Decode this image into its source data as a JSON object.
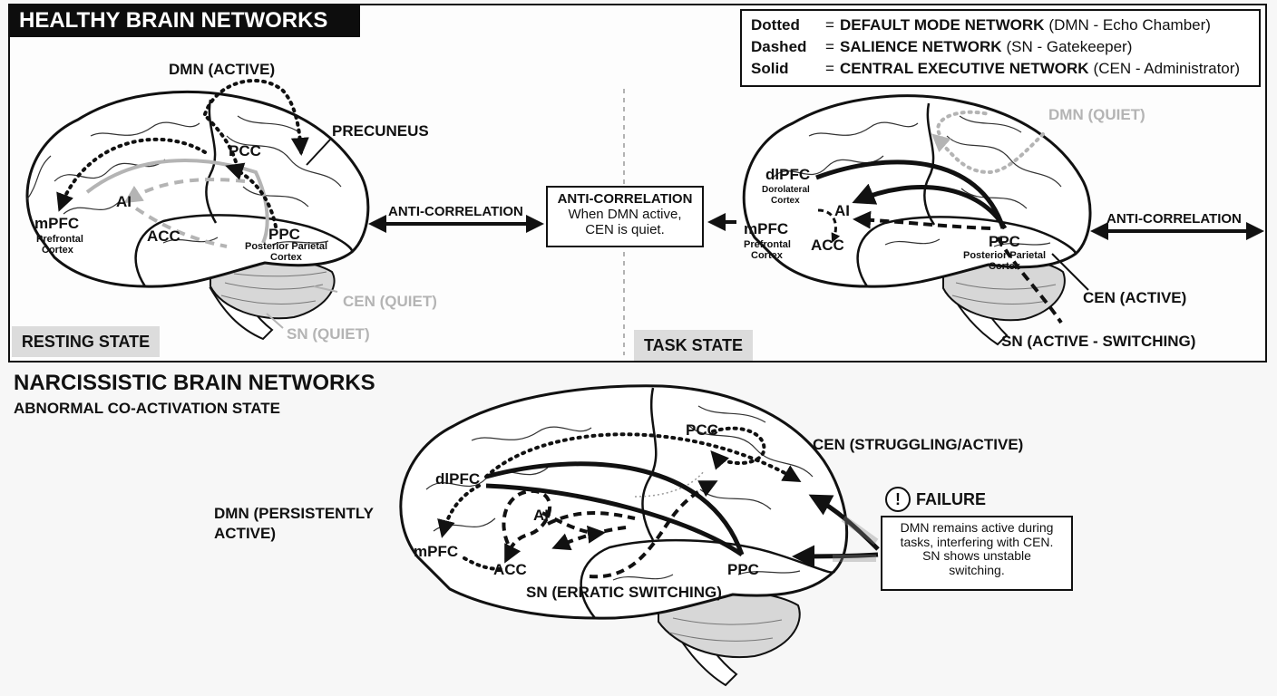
{
  "healthy": {
    "title": "HEALTHY BRAIN NETWORKS",
    "legend": [
      {
        "key": "Dotted",
        "name": "DEFAULT MODE NETWORK",
        "desc": "(DMN - Echo Chamber)"
      },
      {
        "key": "Dashed",
        "name": "SALIENCE NETWORK",
        "desc": "(SN - Gatekeeper)"
      },
      {
        "key": "Solid",
        "name": "CENTRAL EXECUTIVE NETWORK",
        "desc": "(CEN - Administrator)"
      }
    ],
    "legend_eq": "=",
    "resting": {
      "state": "RESTING STATE",
      "dmn": "DMN (ACTIVE)",
      "precuneus": "PRECUNEUS",
      "pcc": "PCC",
      "ai": "AI",
      "mpfc": "mPFC",
      "mpfc_sub1": "Prefrontal",
      "mpfc_sub2": "Cortex",
      "acc": "ACC",
      "ppc": "PPC",
      "ppc_sub1": "Posterior Parietal",
      "ppc_sub2": "Cortex",
      "cen": "CEN (QUIET)",
      "sn": "SN (QUIET)",
      "anticorr": "ANTI-CORRELATION"
    },
    "center_note": {
      "title": "ANTI-CORRELATION",
      "line1": "When DMN active,",
      "line2": "CEN is quiet."
    },
    "task": {
      "state": "TASK STATE",
      "dmn": "DMN (QUIET)",
      "dlpfc": "dlPFC",
      "dlpfc_sub1": "Dorolateral",
      "dlpfc_sub2": "Cortex",
      "ai": "AI",
      "mpfc": "mPFC",
      "mpfc_sub1": "Prefrontal",
      "mpfc_sub2": "Cortex",
      "acc": "ACC",
      "ppc": "PPC",
      "ppc_sub1": "Posterior Parietal",
      "ppc_sub2": "Cortex",
      "cen": "CEN (ACTIVE)",
      "sn": "SN (ACTIVE - SWITCHING)",
      "anticorr": "ANTI-CORRELATION"
    }
  },
  "narcissistic": {
    "title": "NARCISSISTIC BRAIN NETWORKS",
    "subtitle": "ABNORMAL CO-ACTIVATION STATE",
    "dmn_line1": "DMN (PERSISTENTLY",
    "dmn_line2": "ACTIVE)",
    "cen": "CEN (STRUGGLING/ACTIVE)",
    "sn": "SN (ERRATIC SWITCHING)",
    "pcc": "PCC",
    "dlpfc": "dlPFC",
    "ai": "AI",
    "mpfc": "mPFC",
    "acc": "ACC",
    "ppc": "PPC",
    "failure_icon": "!",
    "failure_title": "FAILURE",
    "failure_text": [
      "DMN remains active during",
      "tasks, interfering with CEN.",
      "SN shows unstable",
      "switching."
    ]
  },
  "colors": {
    "ink": "#111111",
    "faded": "#b4b4b4",
    "state_box": "#dcdcdc",
    "panel": "#fdfdfd"
  }
}
